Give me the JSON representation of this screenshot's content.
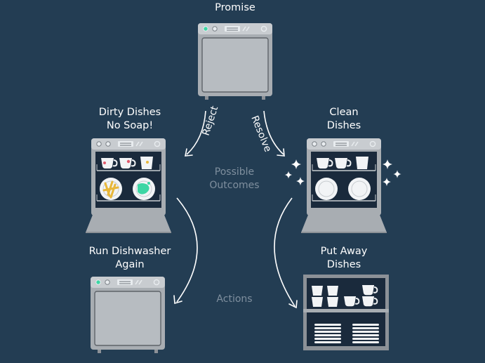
{
  "top": {
    "title": "Promise"
  },
  "left": {
    "title_line1": "Dirty Dishes",
    "title_line2": "No Soap!",
    "action_line1": "Run Dishwasher",
    "action_line2": "Again"
  },
  "right": {
    "title_line1": "Clean",
    "title_line2": "Dishes",
    "action_line1": "Put Away",
    "action_line2": "Dishes"
  },
  "arrows": {
    "reject": "Reject",
    "resolve": "Resolve"
  },
  "center": {
    "outcomes_line1": "Possible",
    "outcomes_line2": "Outcomes",
    "actions": "Actions"
  },
  "colors": {
    "background": "#233d53",
    "appliance": "#a8adb2",
    "muted_text": "#7f8f9e",
    "accent_green": "#3dd6a4"
  }
}
